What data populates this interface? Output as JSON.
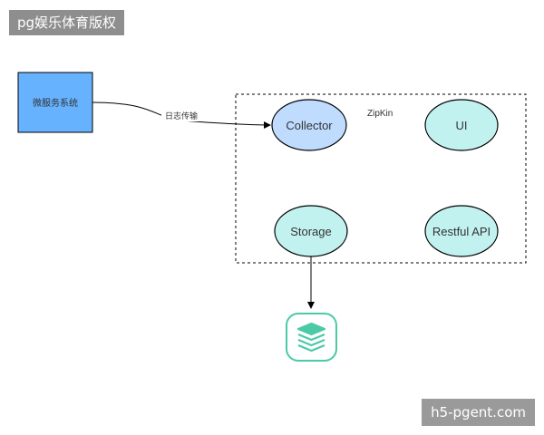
{
  "watermarks": {
    "top": "pg娱乐体育版权",
    "bottom": "h5-pgent.com"
  },
  "diagram": {
    "source_node": "微服务系统",
    "edge_label": "日志传输",
    "group_label": "ZipKin",
    "nodes": {
      "collector": "Collector",
      "ui": "UI",
      "storage": "Storage",
      "restful_api": "Restful API"
    }
  },
  "colors": {
    "source_fill": "#66b2ff",
    "collector_fill": "#bfdcff",
    "node_fill": "#c2f2f0",
    "storage_icon": "#4cc9a6",
    "node_stroke": "#000000"
  },
  "icons": {
    "storage": "database-stack-icon"
  }
}
